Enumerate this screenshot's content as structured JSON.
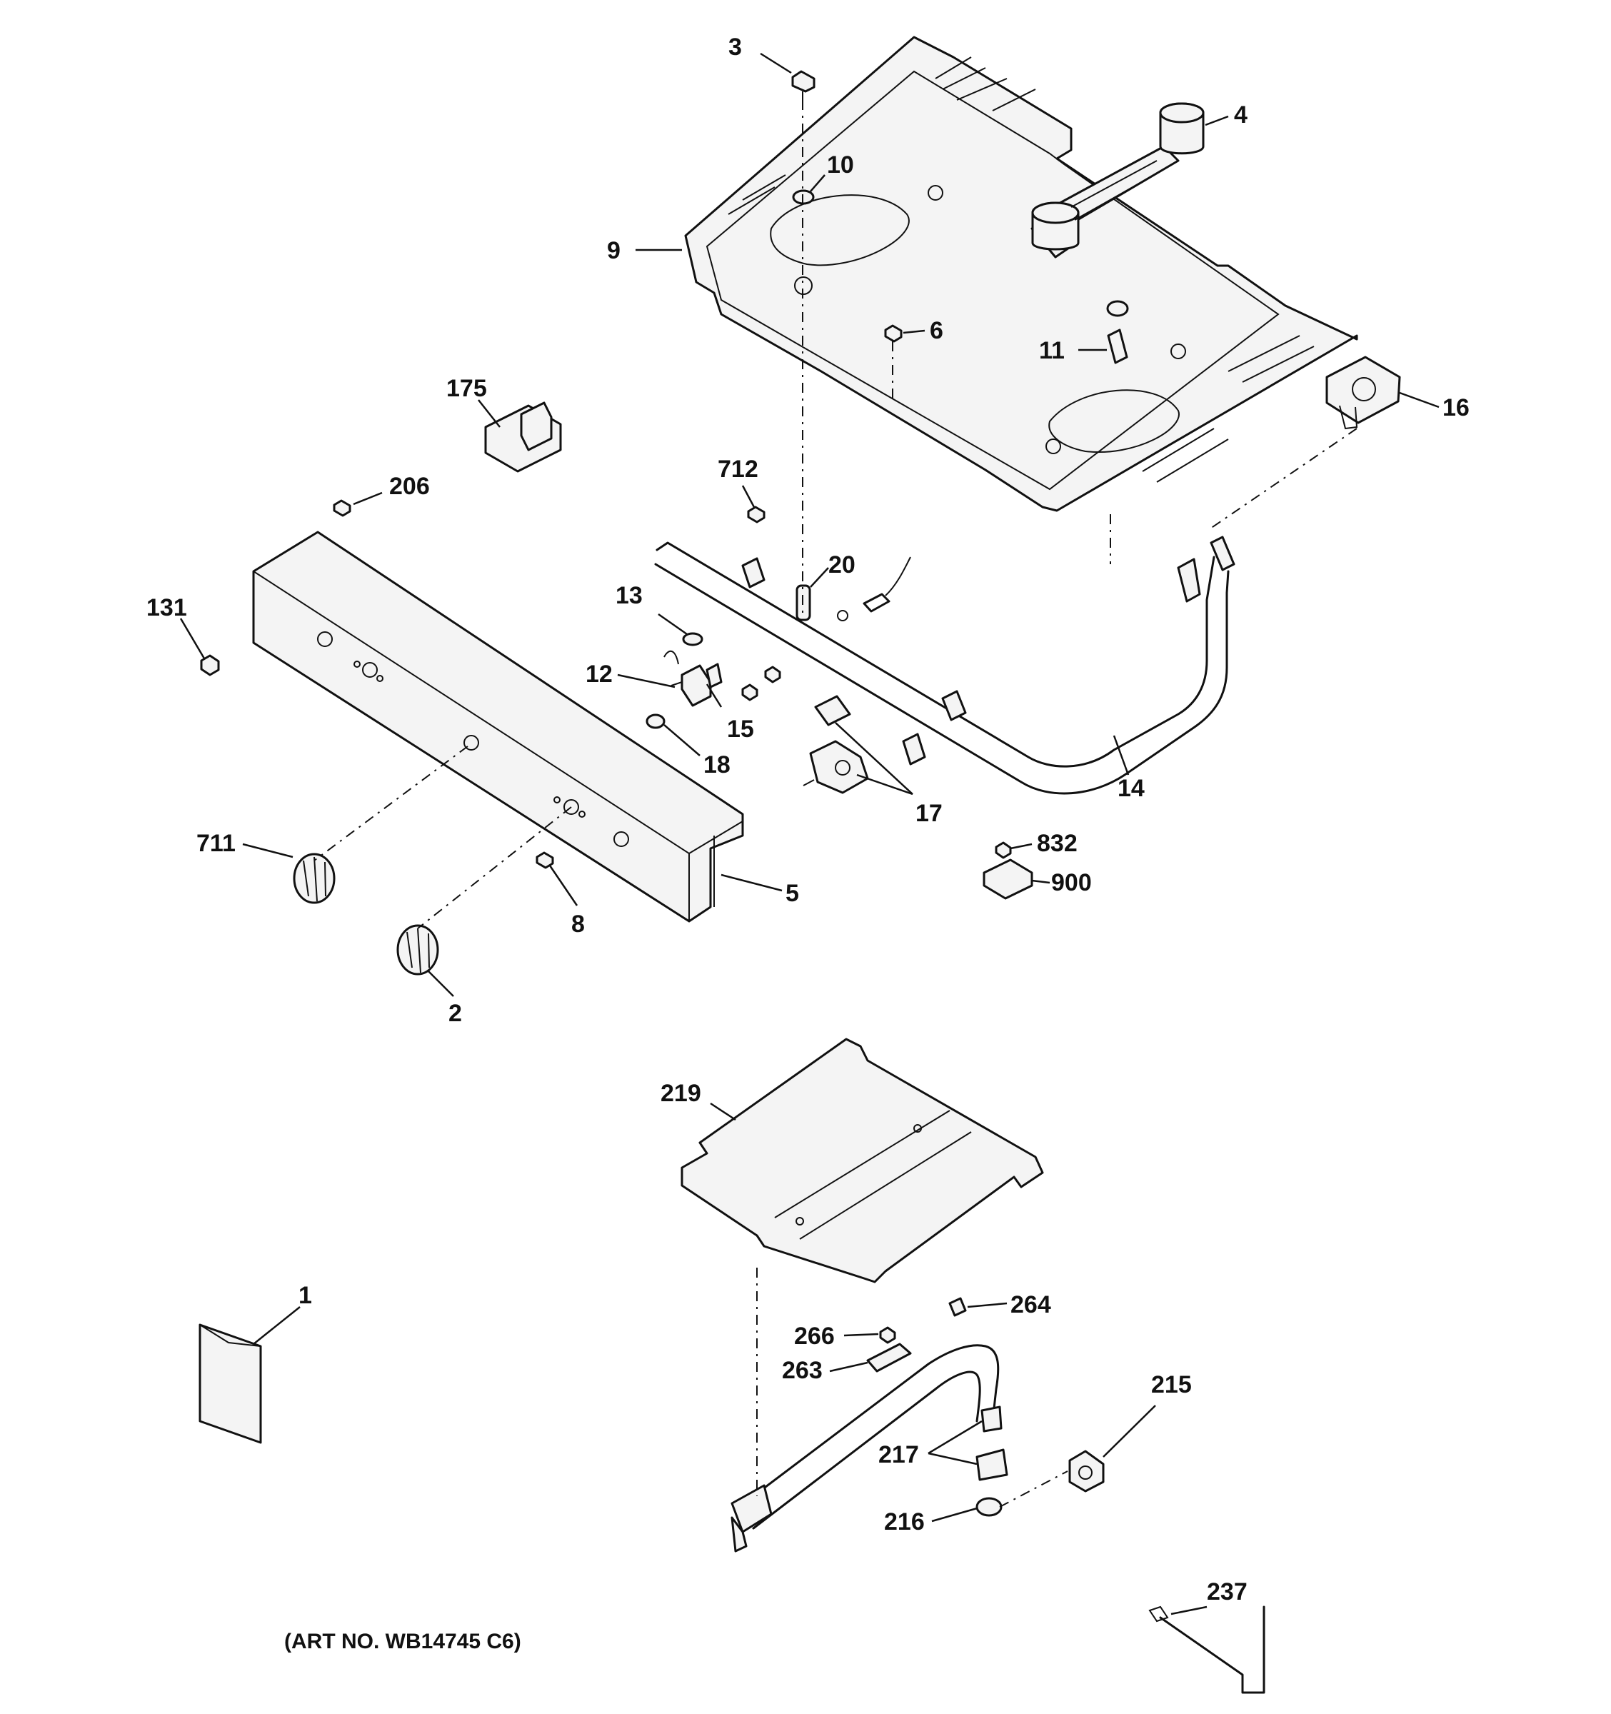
{
  "callouts": [
    {
      "id": "c3",
      "text": "3"
    },
    {
      "id": "c4",
      "text": "4"
    },
    {
      "id": "c10",
      "text": "10"
    },
    {
      "id": "c9",
      "text": "9"
    },
    {
      "id": "c6",
      "text": "6"
    },
    {
      "id": "c11",
      "text": "11"
    },
    {
      "id": "c16",
      "text": "16"
    },
    {
      "id": "c175",
      "text": "175"
    },
    {
      "id": "c206",
      "text": "206"
    },
    {
      "id": "c712",
      "text": "712"
    },
    {
      "id": "c131",
      "text": "131"
    },
    {
      "id": "c20",
      "text": "20"
    },
    {
      "id": "c13",
      "text": "13"
    },
    {
      "id": "c12",
      "text": "12"
    },
    {
      "id": "c15",
      "text": "15"
    },
    {
      "id": "c18",
      "text": "18"
    },
    {
      "id": "c17",
      "text": "17"
    },
    {
      "id": "c14",
      "text": "14"
    },
    {
      "id": "c711",
      "text": "711"
    },
    {
      "id": "c5",
      "text": "5"
    },
    {
      "id": "c8",
      "text": "8"
    },
    {
      "id": "c832",
      "text": "832"
    },
    {
      "id": "c900",
      "text": "900"
    },
    {
      "id": "c2",
      "text": "2"
    },
    {
      "id": "c219",
      "text": "219"
    },
    {
      "id": "c1",
      "text": "1"
    },
    {
      "id": "c264",
      "text": "264"
    },
    {
      "id": "c266",
      "text": "266"
    },
    {
      "id": "c263",
      "text": "263"
    },
    {
      "id": "c215",
      "text": "215"
    },
    {
      "id": "c217",
      "text": "217"
    },
    {
      "id": "c216",
      "text": "216"
    },
    {
      "id": "c237",
      "text": "237"
    }
  ],
  "art_number": "(ART NO. WB14745 C6)"
}
